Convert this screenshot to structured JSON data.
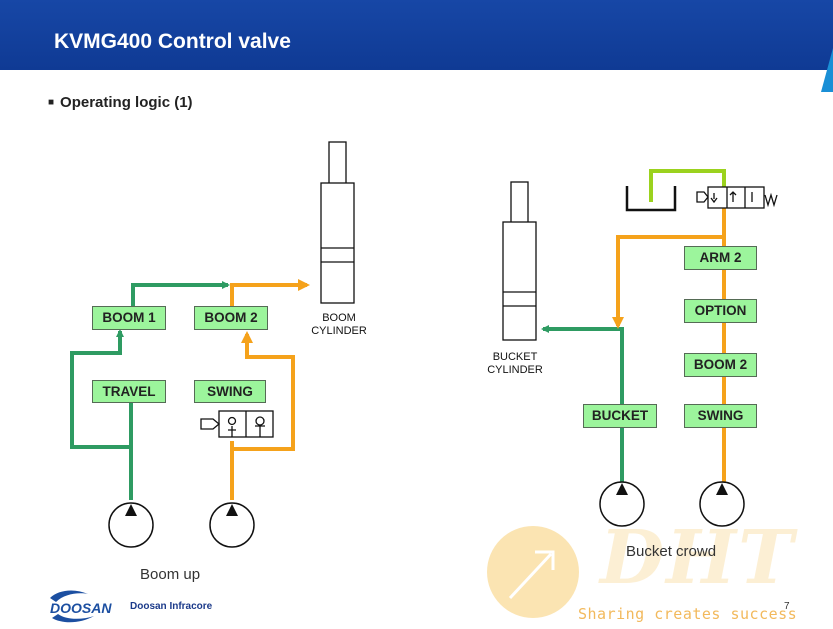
{
  "header": {
    "title": "KVMG400 Control valve"
  },
  "subtitle": "Operating logic (1)",
  "left_diagram": {
    "blocks": {
      "boom1": "BOOM 1",
      "boom2": "BOOM 2",
      "travel": "TRAVEL",
      "swing": "SWING"
    },
    "cylinder_label_1": "BOOM",
    "cylinder_label_2": "CYLINDER",
    "caption": "Boom up"
  },
  "right_diagram": {
    "blocks": {
      "arm2": "ARM 2",
      "option": "OPTION",
      "boom2": "BOOM 2",
      "swing": "SWING",
      "bucket": "BUCKET"
    },
    "cylinder_label_1": "BUCKET",
    "cylinder_label_2": "CYLINDER",
    "caption": "Bucket crowd"
  },
  "watermark": {
    "logo_text": "DHT",
    "tagline": "Sharing creates success"
  },
  "footer": {
    "brand": "DOOSAN",
    "company": "Doosan Infracore",
    "page": "7"
  },
  "colors": {
    "green_line": "#2e9b62",
    "orange_line": "#f5a21b",
    "lime_line": "#9bd21e",
    "block_fill": "#9cf59c",
    "header_blue": "#123f9c"
  }
}
